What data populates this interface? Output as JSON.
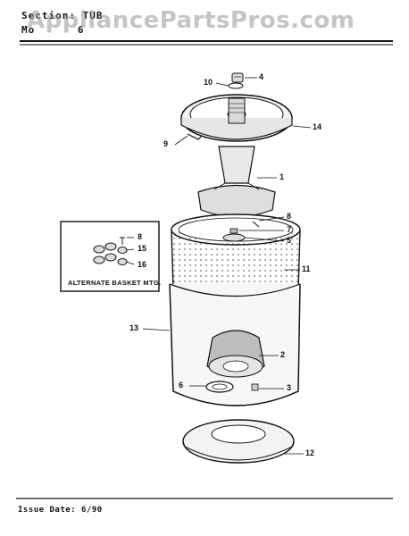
{
  "header": {
    "section_label": "Section:",
    "section_value": "TUB",
    "model_label": "Mo",
    "model_value": "6"
  },
  "watermark": "AppliancePartsPros.com",
  "callouts": [
    "1",
    "2",
    "3",
    "4",
    "5",
    "6",
    "7",
    "8",
    "9",
    "10",
    "11",
    "12",
    "13",
    "14",
    "15",
    "16"
  ],
  "inset": {
    "caption": "ALTERNATE BASKET MTG.",
    "callouts": [
      "8",
      "15",
      "16"
    ]
  },
  "footer": {
    "issue_date": "Issue Date: 6/90"
  }
}
